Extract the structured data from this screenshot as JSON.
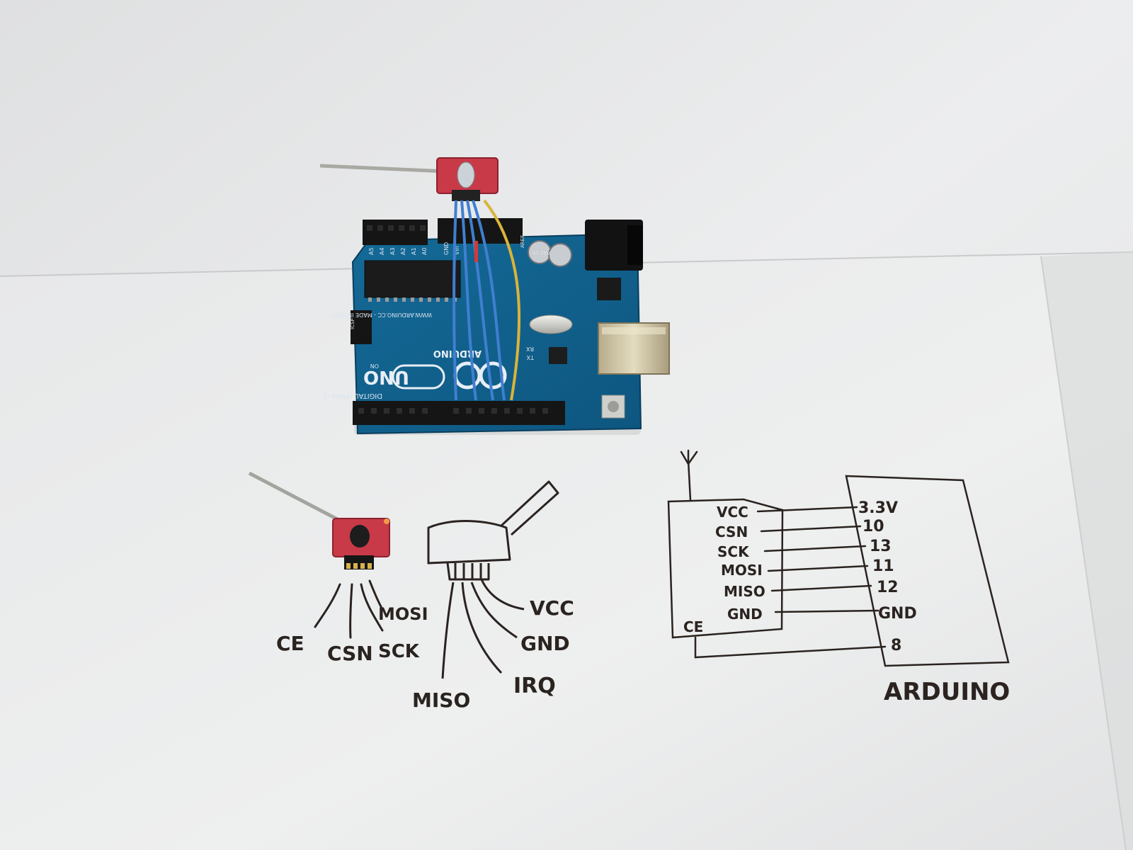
{
  "board": {
    "model": "UNO",
    "brand": "ARDUINO",
    "silkscreen_url": "WWW.ARDUINO.CC - MADE IN ITALY",
    "digital_header": "DIGITAL (PWM~)",
    "analog_pins": [
      "A5",
      "A4",
      "A3",
      "A2",
      "A1",
      "A0"
    ],
    "power_pins": [
      "GND",
      "Vin"
    ],
    "icsp": "ICSP",
    "on": "ON",
    "tx": "TX",
    "rx": "RX",
    "aref": "AREF",
    "cap_label": "47 25V"
  },
  "sketch_left": {
    "labels": [
      "CE",
      "CSN",
      "SCK",
      "MOSI"
    ]
  },
  "sketch_middle": {
    "labels": [
      "MISO",
      "IRQ",
      "GND",
      "VCC"
    ]
  },
  "sketch_right": {
    "module_pins": [
      "VCC",
      "CSN",
      "SCK",
      "MOSI",
      "MISO",
      "GND"
    ],
    "ce": "CE",
    "arduino_pins": [
      "3.3V",
      "10",
      "13",
      "11",
      "12",
      "GND"
    ],
    "ce_pin": "8",
    "arduino_label": "ARDUINO"
  },
  "colors": {
    "paper": "#e9eaea",
    "board": "#0f5f8c",
    "wire_blue": "#3f7fd0",
    "wire_yellow": "#d9b43a",
    "module_red": "#c83a48",
    "ink": "#2a2320"
  }
}
